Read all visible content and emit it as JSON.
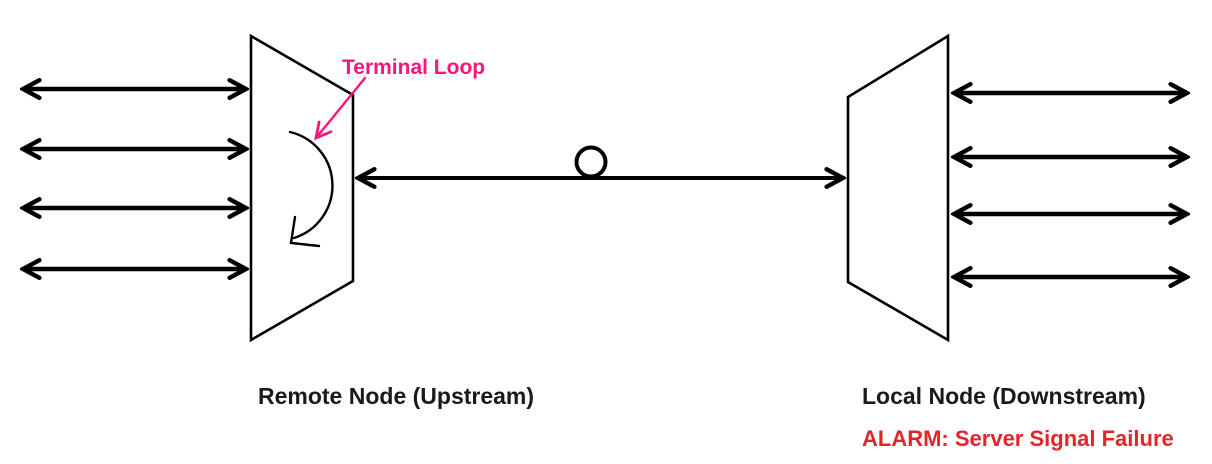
{
  "colors": {
    "accent_pink": "#F9157D",
    "alarm_red": "#E3252B",
    "line_black": "#000000"
  },
  "diagram": {
    "annotation": {
      "terminal_loop": "Terminal Loop"
    },
    "nodes": {
      "remote": {
        "label": "Remote Node (Upstream)"
      },
      "local": {
        "label": "Local Node (Downstream)"
      }
    },
    "alarm": {
      "text": "ALARM: Server Signal Failure"
    },
    "icons": {
      "fiber_loop": "circle-loop-on-fiber-line",
      "loopback": "curved-clockwise-loopback-arrow",
      "tributary": "double-headed-arrow",
      "annotation_pointer": "pink-pointer-arrow"
    }
  }
}
